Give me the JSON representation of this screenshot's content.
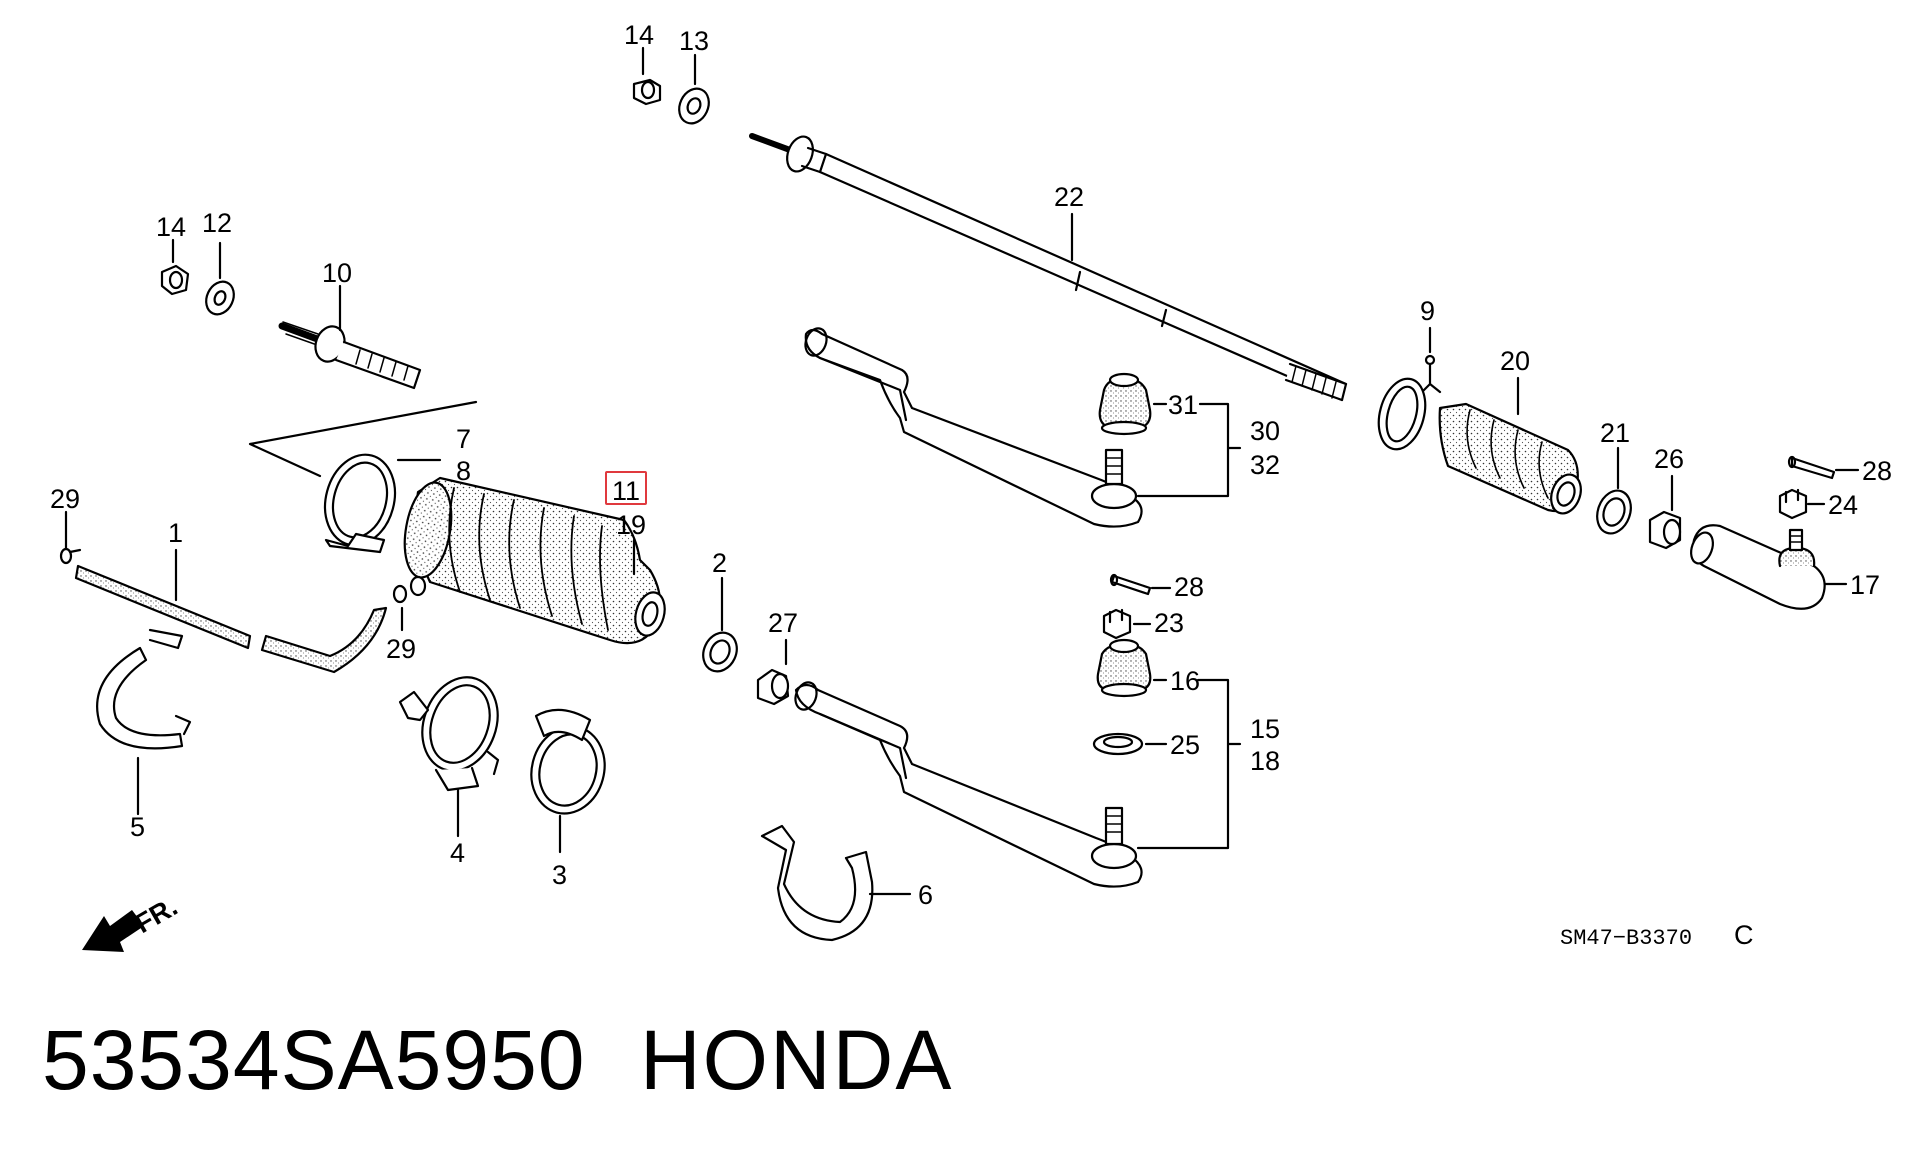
{
  "labels": {
    "l14a": "14",
    "l13": "13",
    "l14b": "14",
    "l12": "12",
    "l10": "10",
    "l22": "22",
    "l9": "9",
    "l20": "20",
    "l31": "31",
    "l30": "30",
    "l32": "32",
    "l7": "7",
    "l8": "8",
    "l11": "11",
    "l19": "19",
    "l29a": "29",
    "l1": "1",
    "l29b": "29",
    "l2": "2",
    "l27": "27",
    "l21": "21",
    "l26": "26",
    "l28a": "28",
    "l24": "24",
    "l17": "17",
    "l28b": "28",
    "l23": "23",
    "l16": "16",
    "l15": "15",
    "l18": "18",
    "l25": "25",
    "l5": "5",
    "l4": "4",
    "l3": "3",
    "l6": "6"
  },
  "highlighted_callout": "11",
  "highlight_color": "#e0393e",
  "front_arrow": "FR.",
  "diagram_code": "SM47−B3370",
  "diagram_revision": "C",
  "part_number": "53534SA5950",
  "brand": "HONDA"
}
